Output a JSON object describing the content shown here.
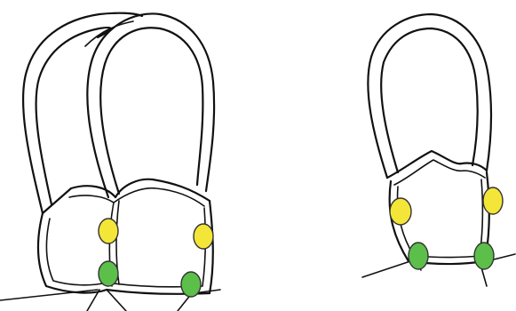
{
  "figure": {
    "panels": [
      {
        "name": "left-sketch",
        "markers": [
          {
            "kind": "yellow-marker",
            "color": "#F4E638"
          },
          {
            "kind": "yellow-marker",
            "color": "#F4E638"
          },
          {
            "kind": "green-marker",
            "color": "#5BBF4A"
          },
          {
            "kind": "green-marker",
            "color": "#5BBF4A"
          }
        ]
      },
      {
        "name": "right-sketch",
        "markers": [
          {
            "kind": "yellow-marker",
            "color": "#F4E638"
          },
          {
            "kind": "yellow-marker",
            "color": "#F4E638"
          },
          {
            "kind": "green-marker",
            "color": "#5BBF4A"
          },
          {
            "kind": "green-marker",
            "color": "#5BBF4A"
          }
        ]
      }
    ],
    "colors": {
      "line": "#111111",
      "yellow": "#F4E638",
      "green": "#5BBF4A",
      "background": "#FFFFFF"
    }
  }
}
